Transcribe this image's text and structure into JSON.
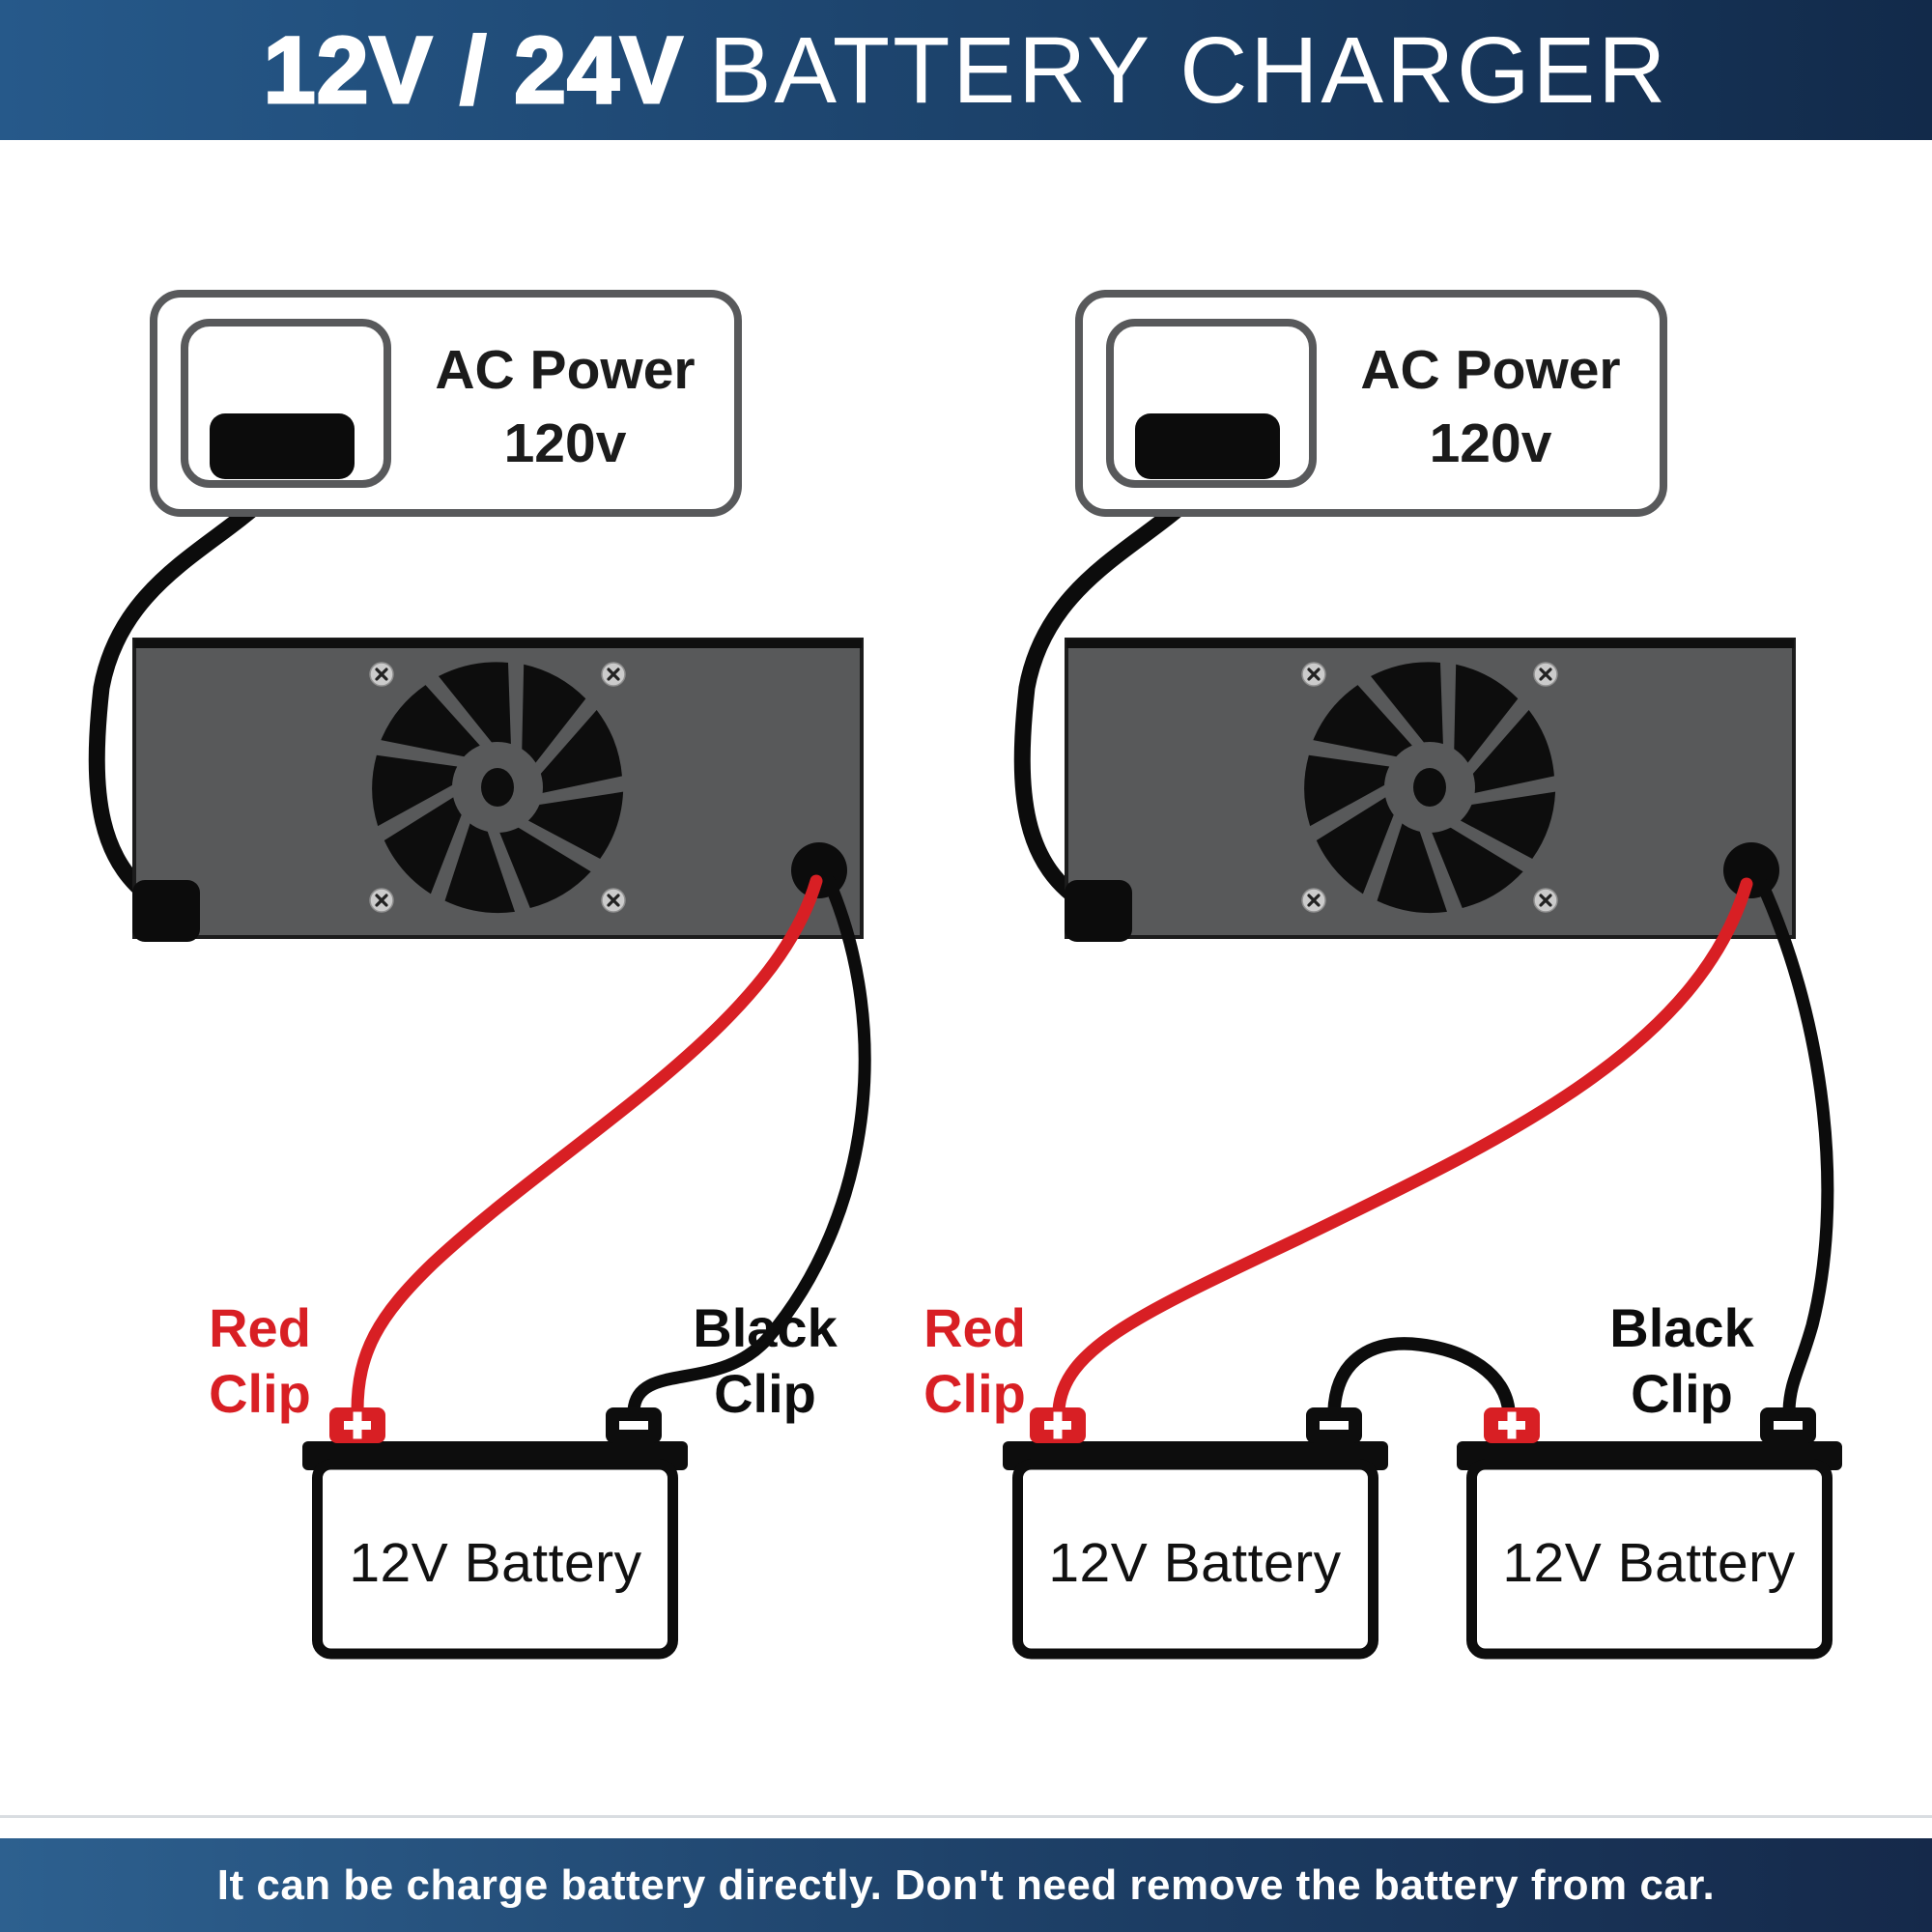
{
  "title": {
    "highlight": "12V / 24V",
    "rest": "BATTERY CHARGER"
  },
  "outlet_left": {
    "line1": "AC Power",
    "line2": "120v"
  },
  "outlet_right": {
    "line1": "AC Power",
    "line2": "120v"
  },
  "clips": {
    "left_red": {
      "line1": "Red",
      "line2": "Clip"
    },
    "left_black": {
      "line1": "Black",
      "line2": "Clip"
    },
    "right_red": {
      "line1": "Red",
      "line2": "Clip"
    },
    "right_black": {
      "line1": "Black",
      "line2": "Clip"
    }
  },
  "batteries": {
    "left": "12V Battery",
    "middle": "12V Battery",
    "right": "12V Battery"
  },
  "terminal_symbols": {
    "plus": "+",
    "minus": "−"
  },
  "footer": {
    "text": "It can be charge battery directly. Don't need remove the battery from car."
  },
  "colors": {
    "accent_red": "#d81f24",
    "charger_gray": "#58595a",
    "ink_black": "#0d0d0d",
    "outline_gray": "#58595b",
    "banner_light_blue": "#26598a",
    "banner_dark_navy": "#122a4a"
  }
}
